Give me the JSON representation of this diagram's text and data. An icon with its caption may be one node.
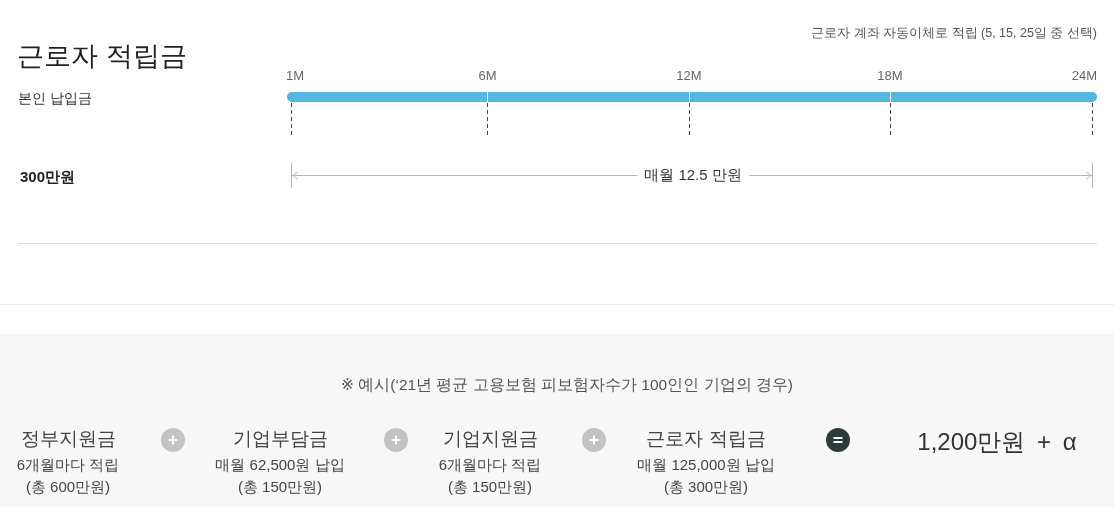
{
  "diagram": {
    "title": "근로자 적립금",
    "labels": [
      "근로자 계좌 자동이체로 적립 (5, 15, 25일 중 선택)",
      "1M",
      "6M",
      "12M",
      "18M",
      "24M",
      "본인 납입금",
      "300만원",
      "매월 12.5 만원",
      "※ 예시(‘21년 평균 고용보험 피보험자수가 100인인 기업의 경우)",
      "정부지원금",
      "6개월마다 적립 (총 600만원)",
      "기업부담금",
      "매월 62,500원 납입 (총 150만원)",
      "기업지원금",
      "6개월마다 적립 (총 150만원)",
      "근로자 적립금",
      "매월 125,000원 납입 (총 300만원)",
      "1,200만원 + α"
    ]
  }
}
